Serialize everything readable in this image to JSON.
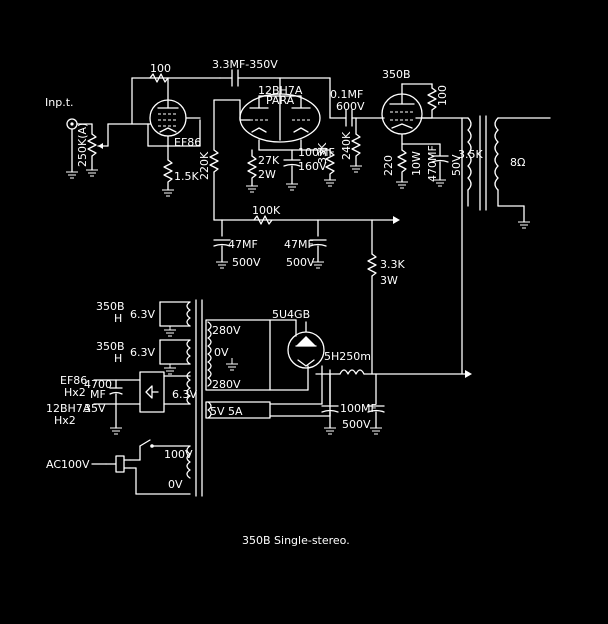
{
  "caption": "350B Single-stereo.",
  "labels": {
    "input": "Inp.t.",
    "volume": "250K(A)",
    "r100": "100",
    "c33": "3.3MF-350V",
    "ef86": "EF86",
    "r15k": "1.5K",
    "r220k": "220K",
    "v12bh7a": "12BH7A",
    "para": "PARA",
    "r27k": "27K",
    "r27k_w": "2W",
    "c100mf": "100MF",
    "c100mf_v": "160V",
    "r33k_top": "33K",
    "c01mf": "0.1MF",
    "c01mf_v": "600V",
    "r240k": "240K",
    "v350b": "350B",
    "r100_b": "100",
    "r220": "220",
    "r220_w": "10W",
    "c470mf": "470MF",
    "c470mf_v": "50V",
    "z35k": "3.5K",
    "z8": "8Ω",
    "r100k": "100K",
    "c47mf_1": "47MF",
    "c47mf_1_v": "500V",
    "c47mf_2": "47MF",
    "c47mf_2_v": "500V",
    "r33k": "3.3K",
    "r33k_w": "3W",
    "h350b_1": "350B",
    "h350b_1_h": "H",
    "h63v_1": "6.3V",
    "h350b_2": "350B",
    "h350b_2_h": "H",
    "h63v_2": "6.3V",
    "ef86_h": "EF86",
    "ef86_hx2": "Hx2",
    "c4700": "4700",
    "c4700_mf": "MF",
    "c35v": "35V",
    "v12bh7a_h": "12BH7A",
    "v12bh7a_hx2": "Hx2",
    "h63v_3": "6.3V",
    "rect": "5U4GB",
    "t280_1": "280V",
    "t0v": "0V",
    "t280_2": "280V",
    "t5v": "5V 5A",
    "choke": "5H250m",
    "c100mf_b": "100MF",
    "c100mf_b_v": "500V",
    "ac100": "AC100V",
    "t100v": "100V",
    "t0v_b": "0V"
  }
}
